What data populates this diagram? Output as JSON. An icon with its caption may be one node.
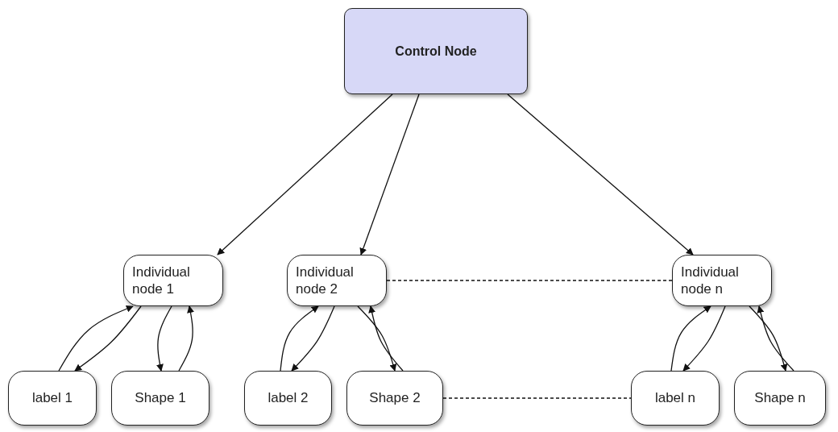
{
  "diagram": {
    "nodes": [
      {
        "text": [
          "Control Node"
        ]
      },
      {
        "text": [
          "Individual node 1"
        ]
      },
      {
        "text": [
          "Individual node 2"
        ]
      },
      {
        "text": [
          "Individual node n"
        ]
      },
      {
        "text": [
          "label 1"
        ]
      },
      {
        "text": [
          "Shape 1"
        ]
      },
      {
        "text": [
          "label 2"
        ]
      },
      {
        "text": [
          "Shape 2"
        ]
      },
      {
        "text": [
          "label n"
        ]
      },
      {
        "text": [
          "Shape n"
        ]
      }
    ],
    "edges": [
      {
        "from": 0,
        "to": 1,
        "arrow": "to"
      },
      {
        "from": 0,
        "to": 2,
        "arrow": "to"
      },
      {
        "from": 0,
        "to": 3,
        "arrow": "to"
      },
      {
        "from": 2,
        "to": 3,
        "arrow": "none",
        "style": "dashed"
      },
      {
        "from": 4,
        "to": 1,
        "arrow": "to"
      },
      {
        "from": 1,
        "to": 4,
        "arrow": "to"
      },
      {
        "from": 1,
        "to": 5,
        "arrow": "to"
      },
      {
        "from": 5,
        "to": 1,
        "arrow": "to"
      },
      {
        "from": 6,
        "to": 2,
        "arrow": "to"
      },
      {
        "from": 2,
        "to": 6,
        "arrow": "to"
      },
      {
        "from": 2,
        "to": 7,
        "arrow": "to"
      },
      {
        "from": 7,
        "to": 2,
        "arrow": "to"
      },
      {
        "from": 8,
        "to": 3,
        "arrow": "to"
      },
      {
        "from": 3,
        "to": 8,
        "arrow": "to"
      },
      {
        "from": 3,
        "to": 9,
        "arrow": "to"
      },
      {
        "from": 9,
        "to": 3,
        "arrow": "to"
      },
      {
        "from": 7,
        "to": 8,
        "arrow": "none",
        "style": "dashed"
      }
    ]
  }
}
